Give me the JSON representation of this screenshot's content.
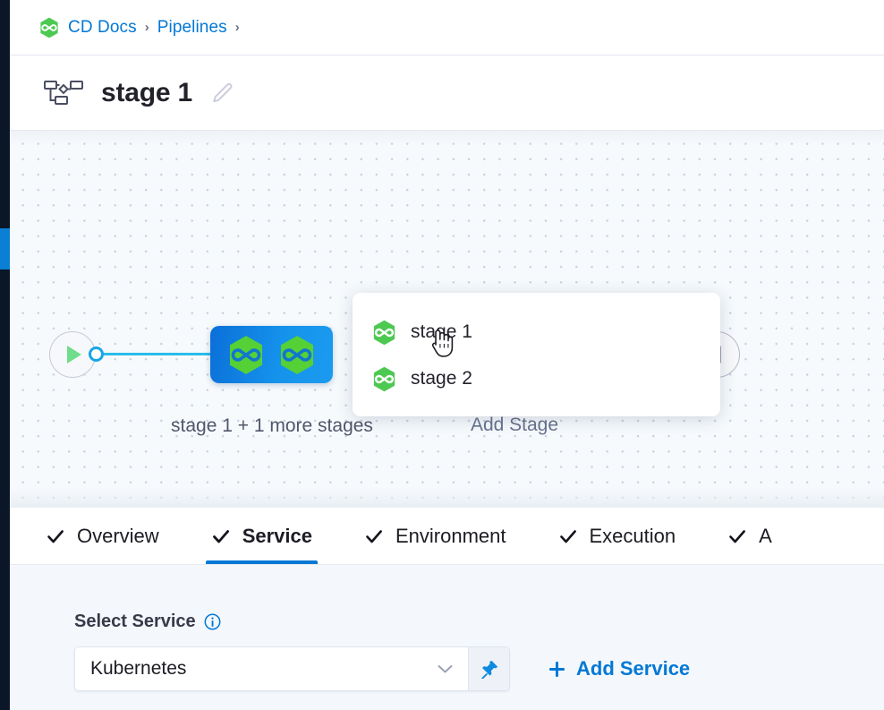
{
  "breadcrumb": {
    "logo_icon": "harness-hexagon-logo",
    "items": [
      {
        "label": "CD Docs"
      },
      {
        "label": "Pipelines"
      }
    ],
    "separator": "›"
  },
  "header": {
    "pipeline_icon": "pipeline-nodes-icon",
    "title": "stage 1",
    "edit_icon": "pencil-icon"
  },
  "canvas": {
    "start_node": {
      "icon": "play-icon"
    },
    "stage_node": {
      "icons": [
        "stage-hexagon-icon",
        "stage-hexagon-icon"
      ],
      "caption": "stage 1 + 1 more stages"
    },
    "add_stage_label": "Add Stage",
    "end_node": {
      "icon": "stop-bar-icon"
    },
    "popup": {
      "items": [
        {
          "icon": "stage-hexagon-icon",
          "label": "stage 1"
        },
        {
          "icon": "stage-hexagon-icon",
          "label": "stage 2"
        }
      ]
    },
    "cursor": "hand-pointer-cursor"
  },
  "tabs": [
    {
      "label": "Overview",
      "check": "check-icon",
      "active": false
    },
    {
      "label": "Service",
      "check": "check-icon",
      "active": true
    },
    {
      "label": "Environment",
      "check": "check-icon",
      "active": false
    },
    {
      "label": "Execution",
      "check": "check-icon",
      "active": false
    },
    {
      "label": "A",
      "check": "check-icon",
      "active": false
    }
  ],
  "form": {
    "label": "Select Service",
    "info_icon": "info-icon",
    "select_value": "Kubernetes",
    "chevron_icon": "chevron-down-icon",
    "pin_icon": "pin-icon",
    "add_service_label": "Add Service",
    "plus_icon": "plus-icon"
  },
  "colors": {
    "brand_blue": "#0278d5",
    "brand_green": "#4dc952",
    "node_blue": "#1593ec",
    "connector": "#29bcea",
    "rail_dark": "#0b1628",
    "canvas_bg": "#f6fafd",
    "panel_bg": "#f4f8fc"
  }
}
